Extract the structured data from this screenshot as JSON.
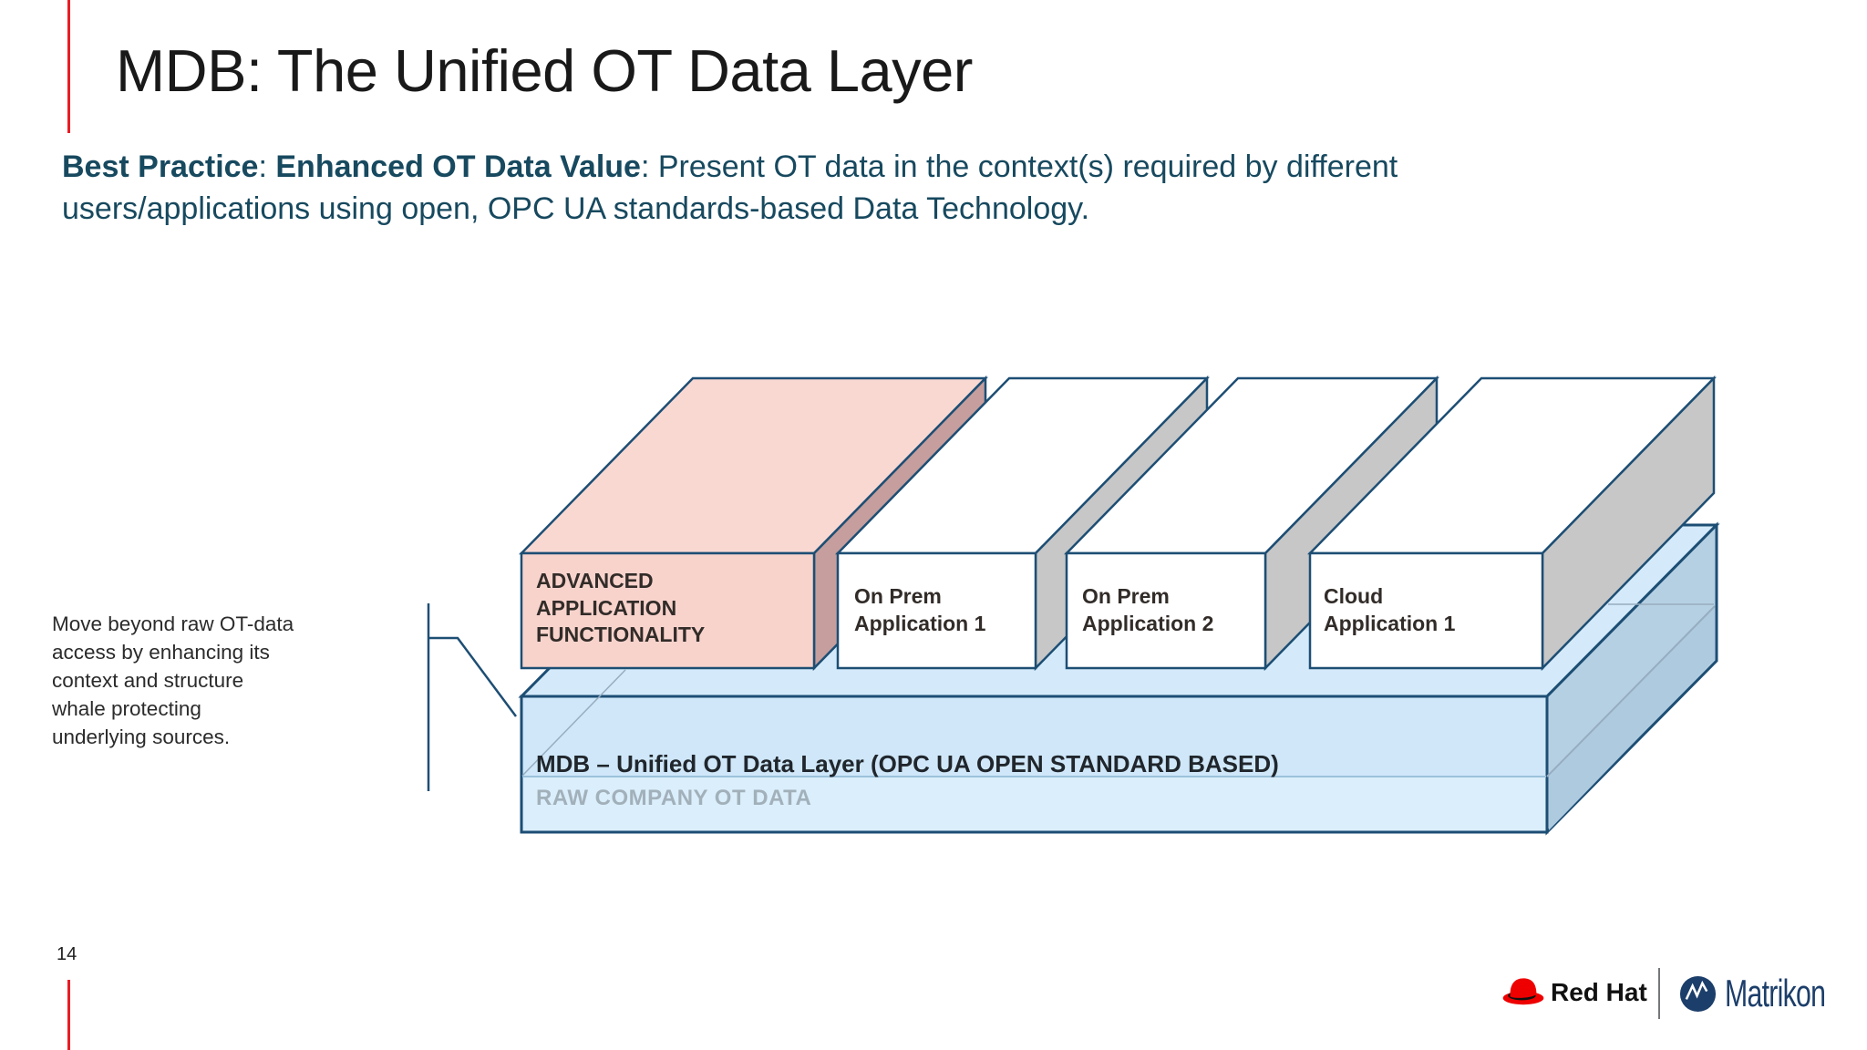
{
  "slide": {
    "title": "MDB: The Unified OT Data Layer",
    "page_number": "14"
  },
  "subtitle": {
    "bold1": "Best Practice",
    "sep": ": ",
    "bold2": "Enhanced OT Data Value",
    "rest_line1": ": Present OT data in the context(s) required by different",
    "line2": "users/applications using open, OPC UA standards-based Data Technology."
  },
  "callout": {
    "text": "Move beyond raw OT-data\naccess by enhancing its\ncontext and structure\nwhale protecting\nunderlying sources."
  },
  "diagram": {
    "boxes": [
      {
        "label": "ADVANCED\nAPPLICATION\nFUNCTIONALITY"
      },
      {
        "label": "On Prem\nApplication 1"
      },
      {
        "label": "On Prem\nApplication 2"
      },
      {
        "label": "Cloud\nApplication 1"
      }
    ],
    "base": {
      "mdb_label": "MDB – Unified OT Data Layer (OPC UA OPEN STANDARD BASED)",
      "raw_label": "RAW COMPANY OT DATA"
    }
  },
  "footer": {
    "redhat_label": "Red Hat",
    "matrikon_label": "Matrikon"
  },
  "colors": {
    "accent_red": "#e81d26",
    "redhat_red": "#ee0000",
    "title_color": "#191919",
    "subtitle_color": "#17495f",
    "body_color": "#2b2b2b",
    "label_text": "#322c29",
    "mdb_text": "#20262c",
    "raw_text": "#a2b0ba",
    "navy_border": "#1d4e74",
    "pink_front": "#f8d3cc",
    "pink_top": "#f9d8d2",
    "pink_side": "#c59e9d",
    "white_face": "#ffffff",
    "gray_side": "#c7c7c7",
    "blue_front": "#cfe7f8",
    "blue_front_lower": "#daeefb",
    "blue_top": "#d4eafa",
    "blue_side": "#b6d0e3",
    "blue_side_lower": "#aecadf",
    "divider_light": "#9cc2dc",
    "hidden_line": "#97adc0",
    "footer_text": "#1f1f1f",
    "separator_gray": "#75787b",
    "matrikon_navy": "#1c3e6a",
    "logo_black": "#111111"
  }
}
